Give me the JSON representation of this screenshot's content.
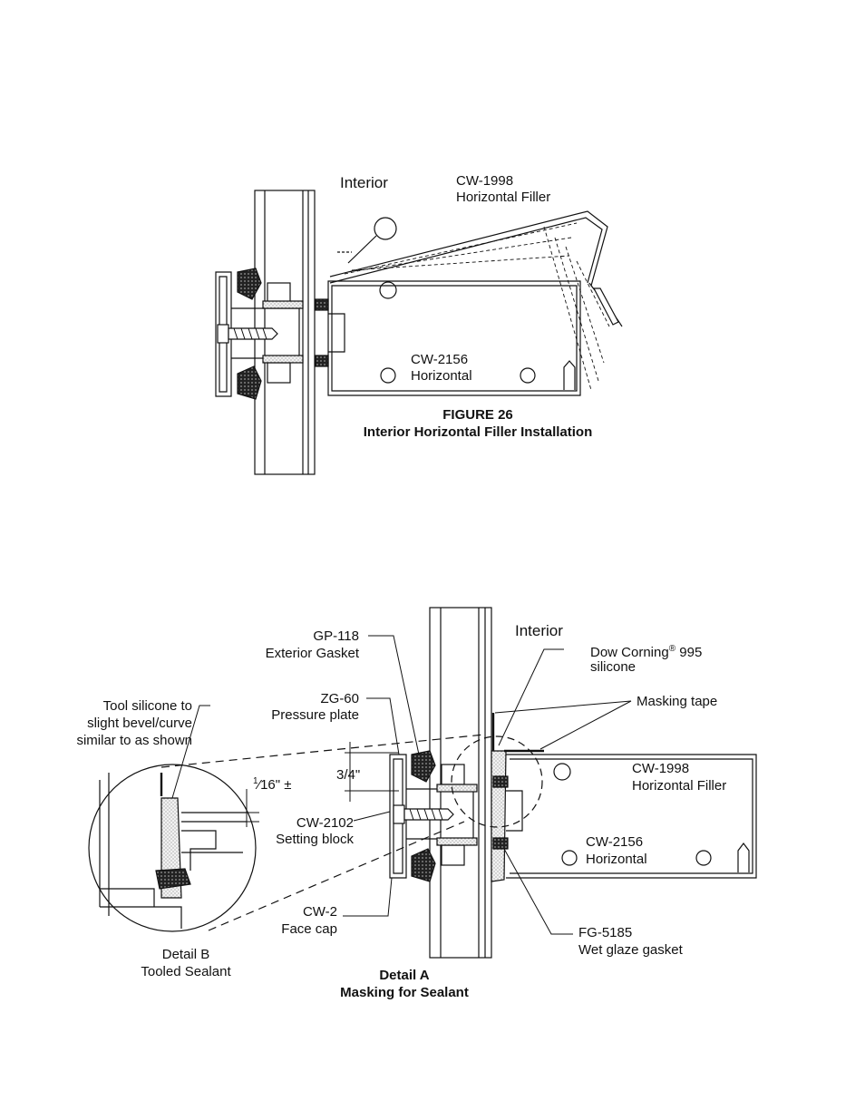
{
  "figure26": {
    "interior_label": "Interior",
    "filler_part": "CW-1998",
    "filler_name": "Horizontal Filler",
    "horizontal_part": "CW-2156",
    "horizontal_name": "Horizontal",
    "caption_number": "FIGURE 26",
    "caption_title": "Interior Horizontal Filler Installation"
  },
  "detailA": {
    "interior_label": "Interior",
    "gp118_part": "GP-118",
    "gp118_name": "Exterior Gasket",
    "zg60_part": "ZG-60",
    "zg60_name": "Pressure plate",
    "dim_three_quarter": "3/4\"",
    "cw2102_part": "CW-2102",
    "cw2102_name": "Setting block",
    "cw2_part": "CW-2",
    "cw2_name": "Face cap",
    "dow_line1_a": "Dow Corning",
    "dow_reg": "®",
    "dow_line1_b": " 995",
    "dow_line2": "silicone",
    "masking_tape": "Masking tape",
    "filler_part": "CW-1998",
    "filler_name": "Horizontal Filler",
    "horizontal_part": "CW-2156",
    "horizontal_name": "Horizontal",
    "fg5185_part": "FG-5185",
    "fg5185_name": "Wet glaze gasket",
    "caption_title": "Detail A",
    "caption_sub": "Masking for Sealant"
  },
  "detailB": {
    "tool_line1": "Tool silicone to",
    "tool_line2": "slight bevel/curve",
    "tool_line3": "similar to as shown",
    "dim_num": "1",
    "dim_den": "16",
    "dim_suffix": "\" ±",
    "caption_title": "Detail B",
    "caption_sub": "Tooled Sealant"
  }
}
